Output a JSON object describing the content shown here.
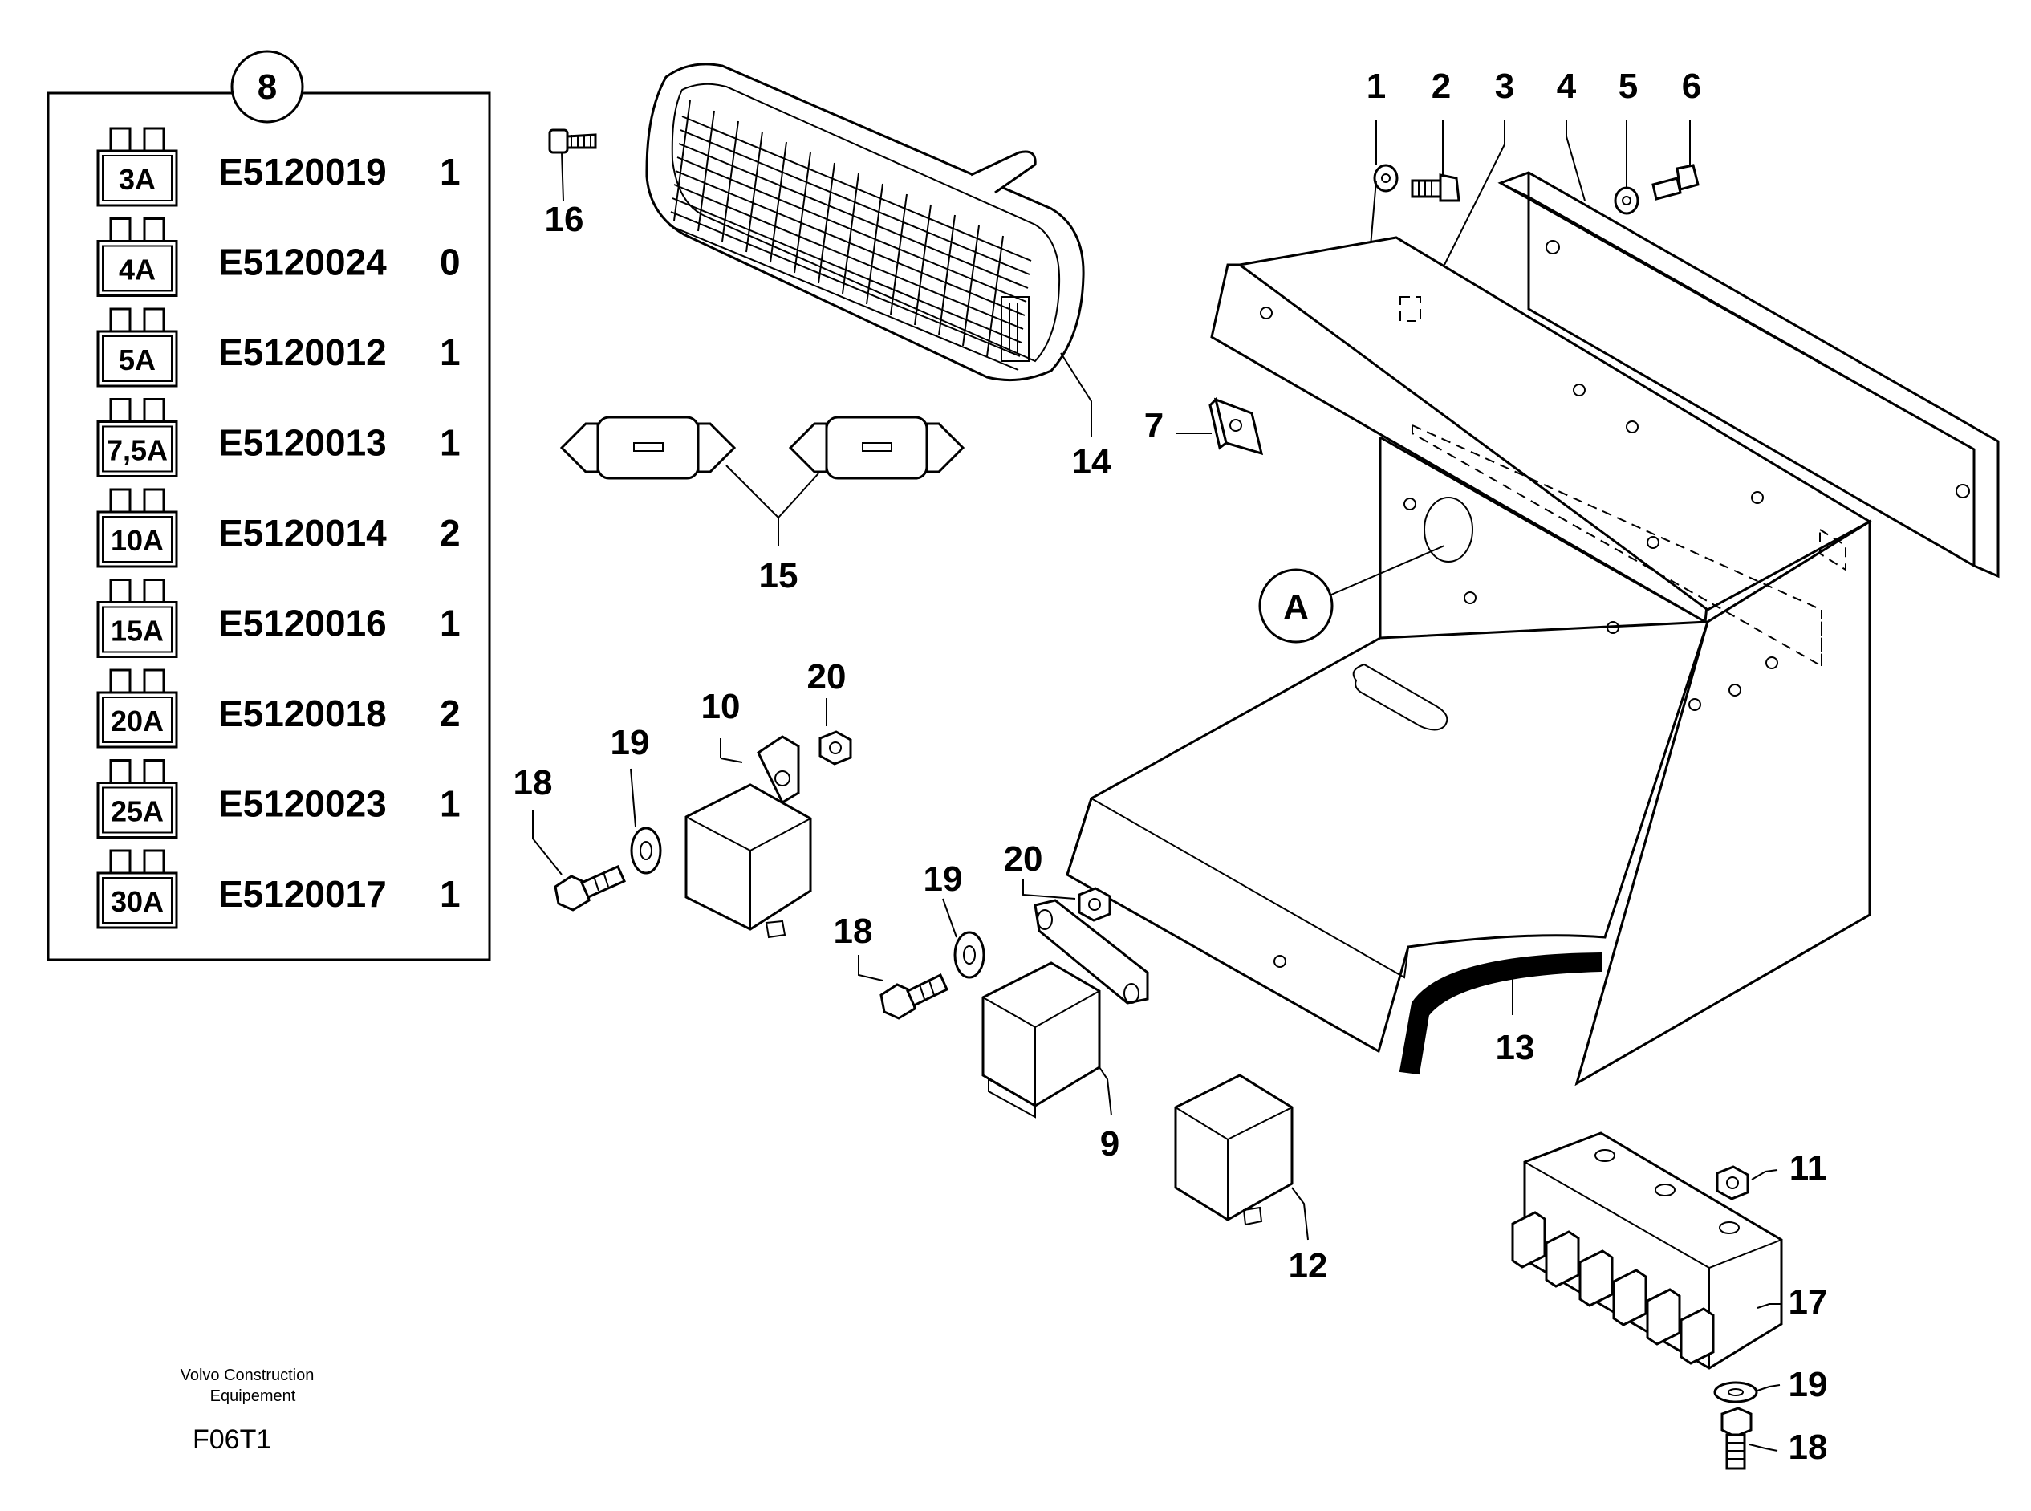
{
  "fuse_box": {
    "callout": "8",
    "rows": [
      {
        "rating": "3A",
        "part_no": "E5120019",
        "qty": "1"
      },
      {
        "rating": "4A",
        "part_no": "E5120024",
        "qty": "0"
      },
      {
        "rating": "5A",
        "part_no": "E5120012",
        "qty": "1"
      },
      {
        "rating": "7,5A",
        "part_no": "E5120013",
        "qty": "1"
      },
      {
        "rating": "10A",
        "part_no": "E5120014",
        "qty": "2"
      },
      {
        "rating": "15A",
        "part_no": "E5120016",
        "qty": "1"
      },
      {
        "rating": "20A",
        "part_no": "E5120018",
        "qty": "2"
      },
      {
        "rating": "25A",
        "part_no": "E5120023",
        "qty": "1"
      },
      {
        "rating": "30A",
        "part_no": "E5120017",
        "qty": "1"
      }
    ]
  },
  "callouts": {
    "c1": "1",
    "c2": "2",
    "c3": "3",
    "c4": "4",
    "c5": "5",
    "c6": "6",
    "c7": "7",
    "c9": "9",
    "c10": "10",
    "c11": "11",
    "c12": "12",
    "c13": "13",
    "c14": "14",
    "c15": "15",
    "c16": "16",
    "c17": "17",
    "c18a": "18",
    "c18b": "18",
    "c18c": "18",
    "c19a": "19",
    "c19b": "19",
    "c19c": "19",
    "c20a": "20",
    "c20b": "20",
    "detail_a": "A"
  },
  "footer": {
    "maker_line1": "Volvo Construction",
    "maker_line2": "Equipement",
    "figure_code": "F06T1"
  }
}
